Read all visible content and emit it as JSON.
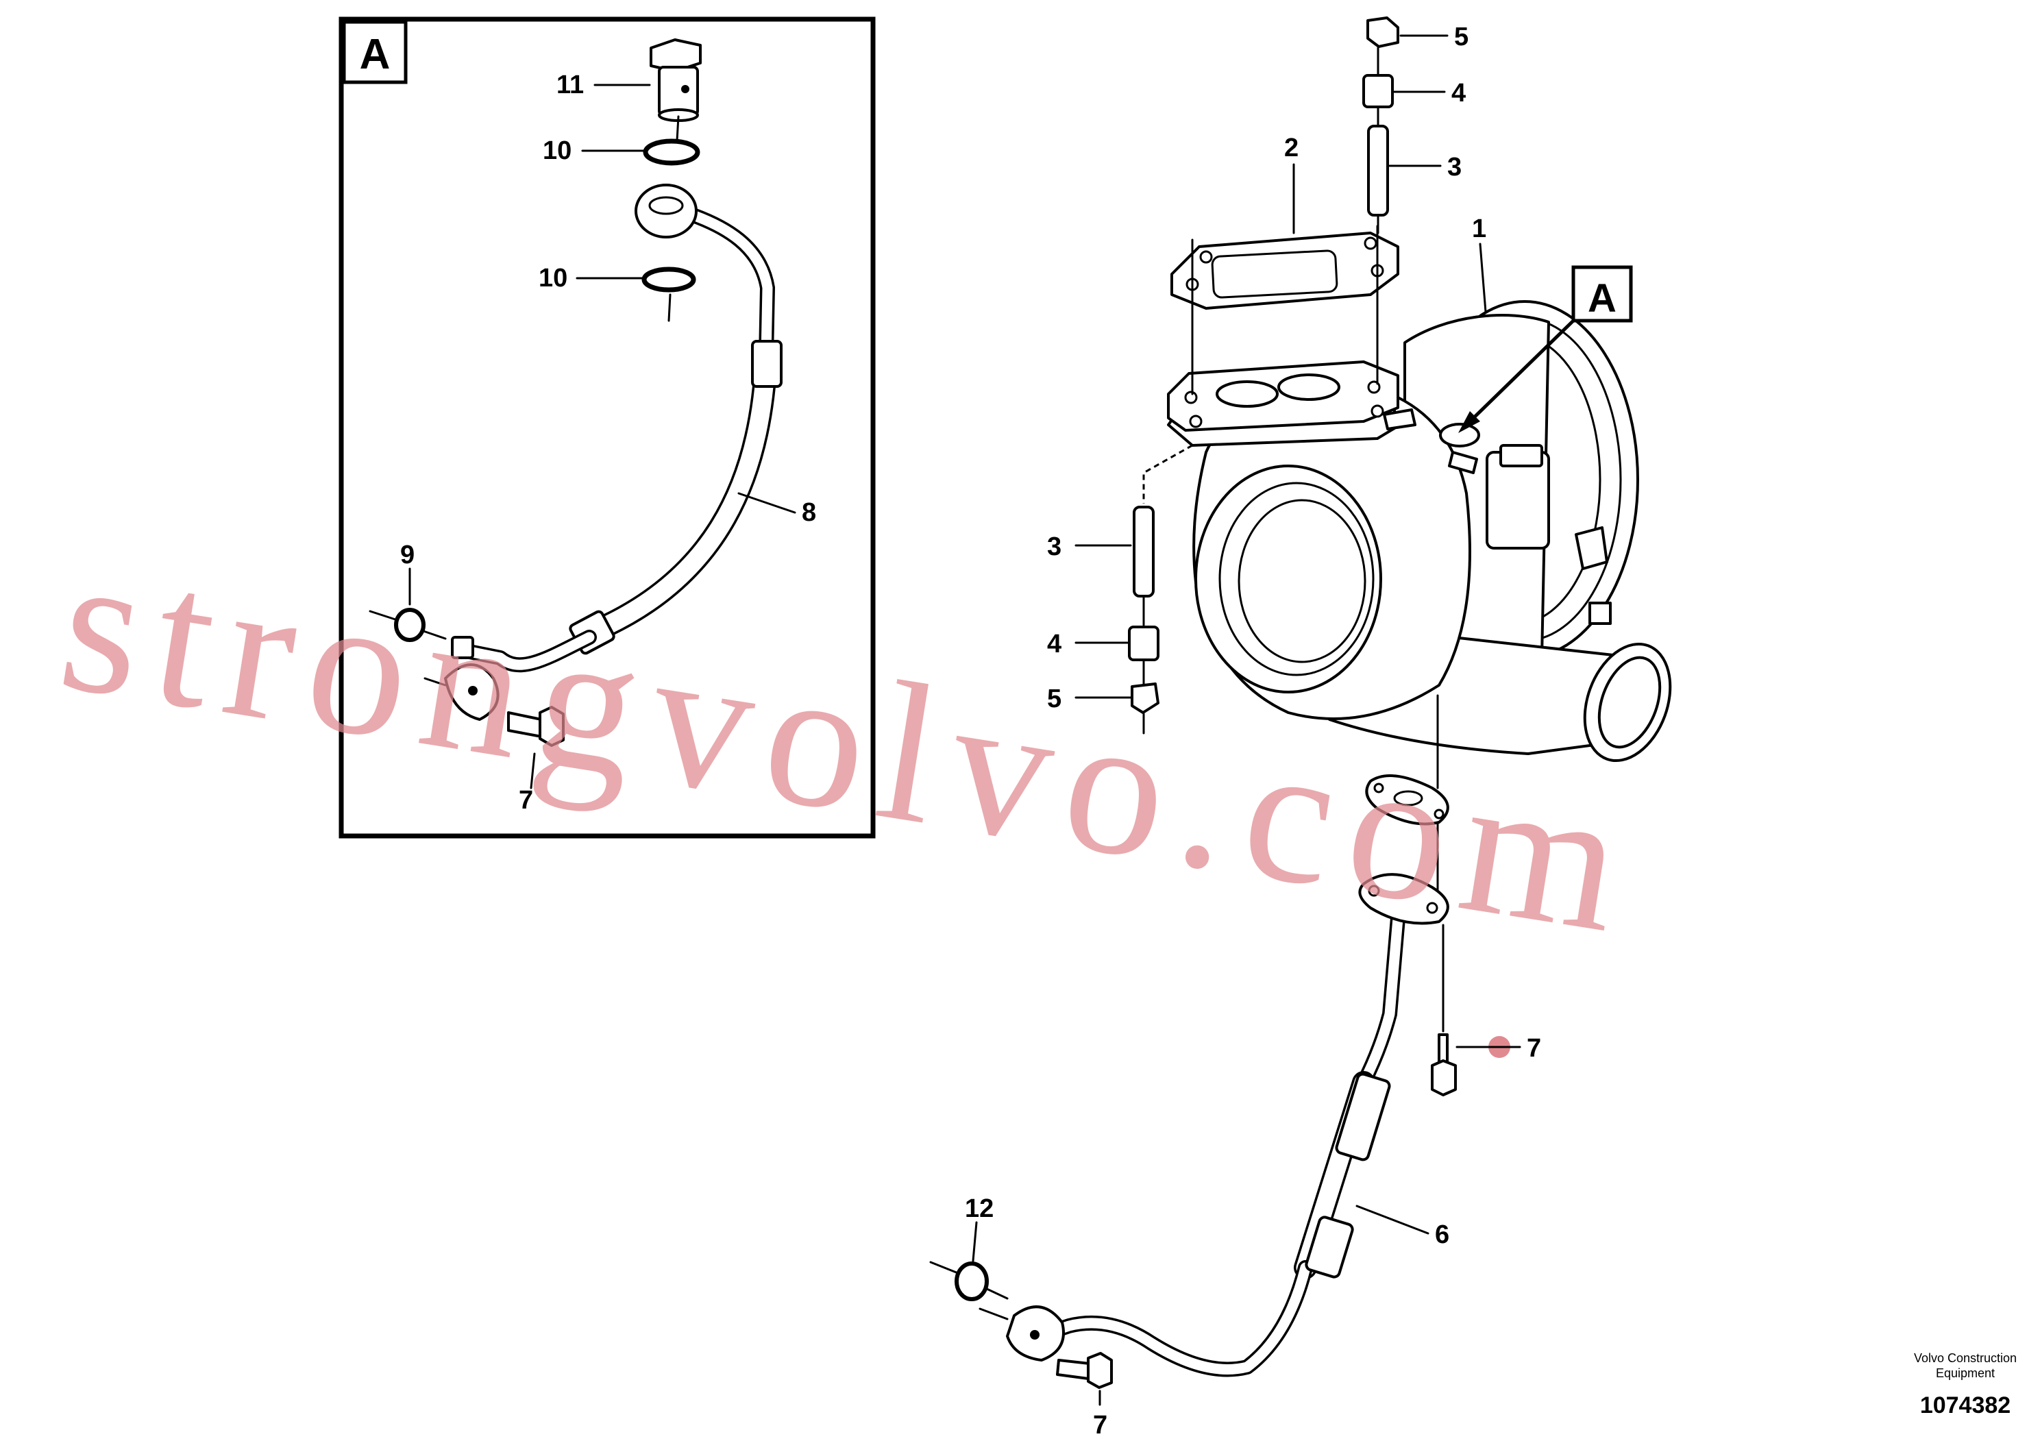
{
  "detail": {
    "label": "A"
  },
  "callout": {
    "label": "A"
  },
  "parts": {
    "p1": "1",
    "p2": "2",
    "p3_top": "3",
    "p3_left": "3",
    "p4_top": "4",
    "p4_left": "4",
    "p5_top": "5",
    "p5_left": "5",
    "p6": "6",
    "p7_right": "7",
    "p7_bottom": "7",
    "p7_detail": "7",
    "p8": "8",
    "p9": "9",
    "p10_upper": "10",
    "p10_lower": "10",
    "p11": "11",
    "p12": "12"
  },
  "watermark": {
    "text": "strongvolvo.com"
  },
  "footer": {
    "company_line1": "Volvo Construction",
    "company_line2": "Equipment",
    "diagram_number": "1074382"
  }
}
